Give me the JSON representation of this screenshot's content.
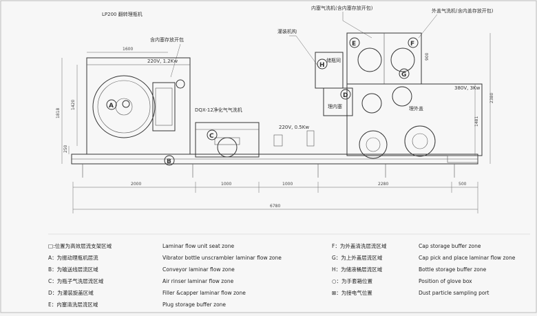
{
  "top_labels": {
    "machine": "LP200 翻转理瓶机",
    "inner_wash": "内塞气洗机(含内塞存放开包)",
    "outer_wash": "外盖气洗机(含内盖存放开包)",
    "inner_storage": "含内塞存放开包",
    "capping": "灌装机构",
    "purifier": "DQX-12净化气气洗机",
    "bottle_store": "储瓶同",
    "reason_plug": "理内塞",
    "reason_cap": "理外盖"
  },
  "power": {
    "p1": "220V, 1.2Kw",
    "p2": "220V, 0.5Kw",
    "p3": "380V, 3Kw"
  },
  "dims": {
    "d1600": "1600",
    "d1420": "1420",
    "d1818": "1818",
    "d250": "250",
    "d900": "900",
    "d2380": "2380",
    "d1481": "1481",
    "d2000": "2000",
    "d1000a": "1000",
    "d1000b": "1000",
    "d2280": "2280",
    "d500": "500",
    "d6780": "6780"
  },
  "zones": {
    "A": "A",
    "B": "B",
    "C": "C",
    "D": "D",
    "E": "E",
    "F": "F",
    "G": "G",
    "H": "H"
  },
  "legend_left": [
    {
      "cn": "□:位置为高效层流支架区域",
      "en": "Laminar flow unit seat zone"
    },
    {
      "cn": "A：为振动理瓶机层流",
      "en": "Vibrator bottle unscrambler laminar flow zone"
    },
    {
      "cn": "B：为输送线层流区域",
      "en": "Conveyor laminar flow zone"
    },
    {
      "cn": "C：为瓶子气洗层流区域",
      "en": "Air rinser laminar flow zone"
    },
    {
      "cn": "D：为灌装旋盖区域",
      "en": "Filler &capper laminar flow zone"
    },
    {
      "cn": "E：内塞清洗层流区域",
      "en": "Plug storage buffer zone"
    }
  ],
  "legend_right": [
    {
      "cn": "F：为外盖清洗层流区域",
      "en": "Cap storage buffer zone"
    },
    {
      "cn": "G：为上外盖层流区域",
      "en": "Cap pick and place laminar flow zone"
    },
    {
      "cn": "H：为储液桶层流区域",
      "en": "Bottle storage buffer zone"
    },
    {
      "cn": "○：为手套箱位置",
      "en": "Position of glove box"
    },
    {
      "cn": "⊠：为接电气位置",
      "en": "Dust particle sampling port"
    }
  ]
}
